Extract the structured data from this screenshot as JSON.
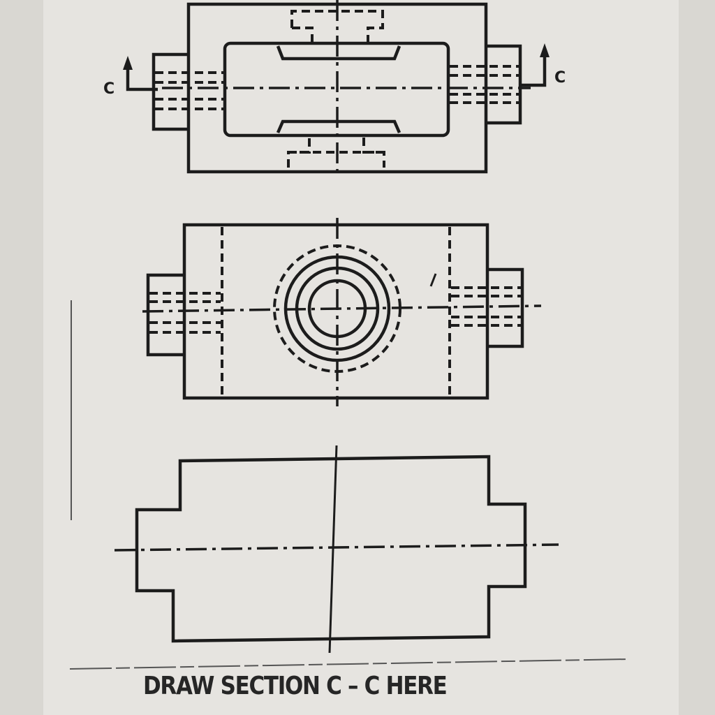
{
  "section_marks": {
    "left": "C",
    "right": "C"
  },
  "caption": "DRAW SECTION C – C HERE"
}
